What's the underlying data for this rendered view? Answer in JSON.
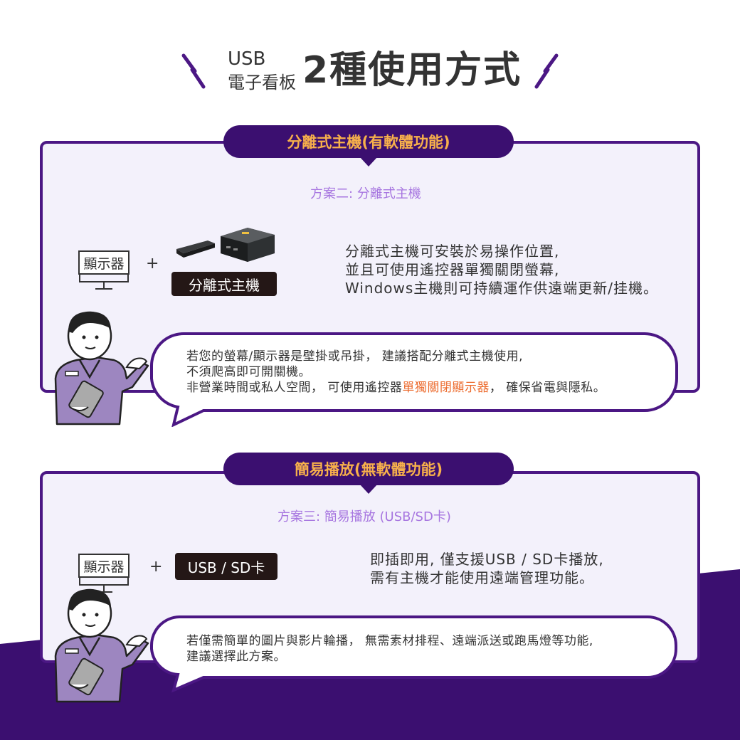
{
  "header": {
    "line1": "USB",
    "line2": "電子看板",
    "main": "2種使用方式"
  },
  "section1": {
    "pill": "分離式主機(有軟體功能)",
    "subtitle": "方案二: 分離式主機",
    "display_label": "顯示器",
    "plus": "+",
    "device_tag": "分離式主機",
    "desc": [
      "分離式主機可安裝於易操作位置,",
      "並且可使用遙控器單獨關閉螢幕,",
      "Windows主機則可持續運作供遠端更新/挂機。"
    ],
    "bubble": {
      "line1": "若您的螢幕/顯示器是壁掛或吊掛， 建議搭配分離式主機使用,",
      "line2": "不須爬高即可開關機。",
      "line3_pre": "非營業時間或私人空間， 可使用遙控器",
      "line3_highlight": "單獨關閉顯示器",
      "line3_post": "， 確保省電與隱私。"
    }
  },
  "section2": {
    "pill": "簡易播放(無軟體功能)",
    "subtitle": "方案三: 簡易播放 (USB/SD卡)",
    "display_label": "顯示器",
    "plus": "+",
    "device_tag": "USB / SD卡",
    "desc": [
      "即插即用, 僅支援USB / SD卡播放,",
      "需有主機才能使用遠端管理功能。"
    ],
    "bubble": {
      "line1": "若僅需簡單的圖片與影片輪播， 無需素材排程、遠端派送或跑馬燈等功能,",
      "line2": "建議選擇此方案。"
    }
  },
  "colors": {
    "brand_purple": "#3b0f70",
    "panel_bg": "#f3f1fb",
    "pill_text": "#f7b04b",
    "subtitle": "#a776e0",
    "highlight": "#ec6a2c"
  },
  "icons": [
    "slash-icon",
    "monitor-icon",
    "mini-pc-image",
    "presenter-illustration"
  ]
}
